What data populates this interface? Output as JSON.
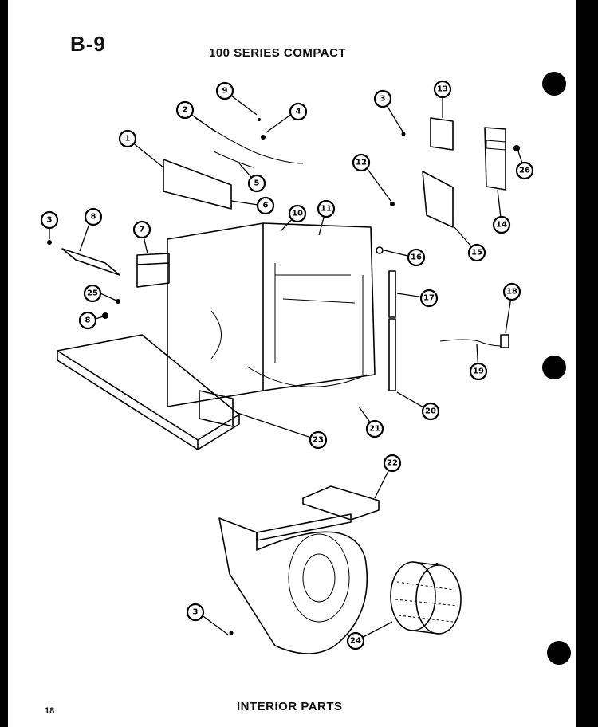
{
  "page_id": "B-9",
  "series_title": "100 SERIES COMPACT",
  "section_caption": "INTERIOR PARTS",
  "page_number": "18",
  "callouts": [
    {
      "label": "1"
    },
    {
      "label": "2"
    },
    {
      "label": "9"
    },
    {
      "label": "4"
    },
    {
      "label": "5"
    },
    {
      "label": "6"
    },
    {
      "label": "3"
    },
    {
      "label": "8"
    },
    {
      "label": "7"
    },
    {
      "label": "25"
    },
    {
      "label": "8"
    },
    {
      "label": "10"
    },
    {
      "label": "11"
    },
    {
      "label": "3"
    },
    {
      "label": "13"
    },
    {
      "label": "12"
    },
    {
      "label": "14"
    },
    {
      "label": "26"
    },
    {
      "label": "15"
    },
    {
      "label": "16"
    },
    {
      "label": "17"
    },
    {
      "label": "18"
    },
    {
      "label": "19"
    },
    {
      "label": "20"
    },
    {
      "label": "21"
    },
    {
      "label": "23"
    },
    {
      "label": "22"
    },
    {
      "label": "3"
    },
    {
      "label": "24"
    }
  ]
}
